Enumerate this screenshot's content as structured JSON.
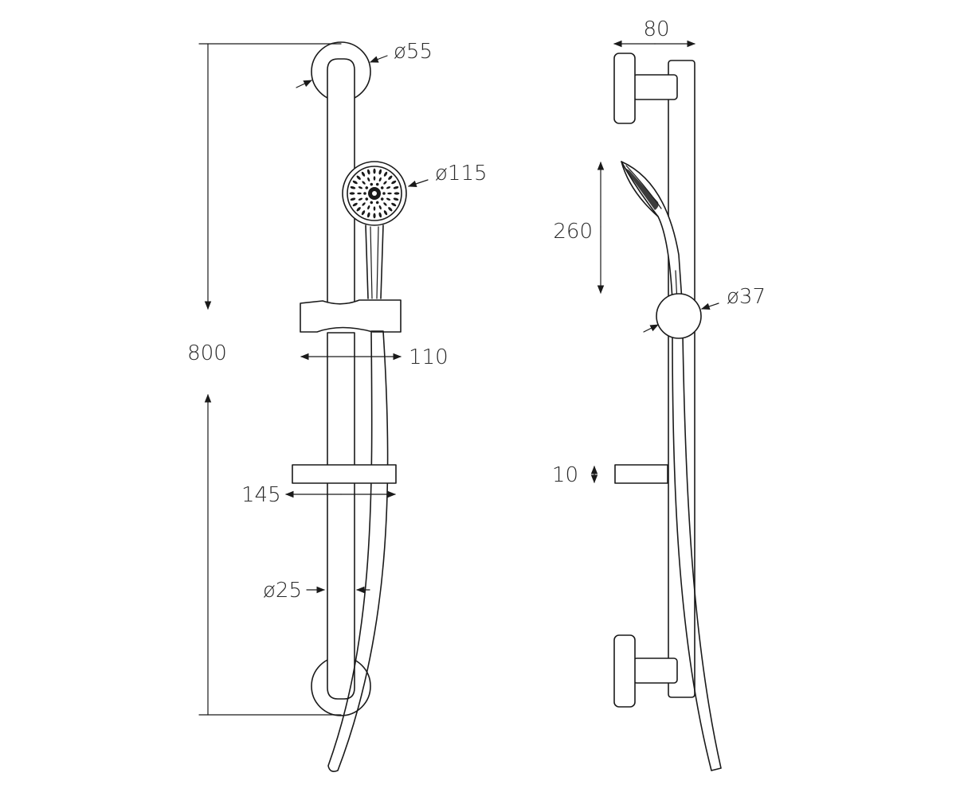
{
  "colors": {
    "line": "#1a1a1a",
    "text": "#2a2a2a",
    "background": "#ffffff"
  },
  "dimensions": {
    "height_total": "800",
    "bracket_diameter": "ø55",
    "handshower_diameter": "ø115",
    "slider_width": "110",
    "soap_dish_width": "145",
    "rail_diameter": "ø25",
    "projection": "80",
    "handshower_length": "260",
    "slider_knob_diameter": "ø37",
    "soap_dish_thickness": "10"
  }
}
